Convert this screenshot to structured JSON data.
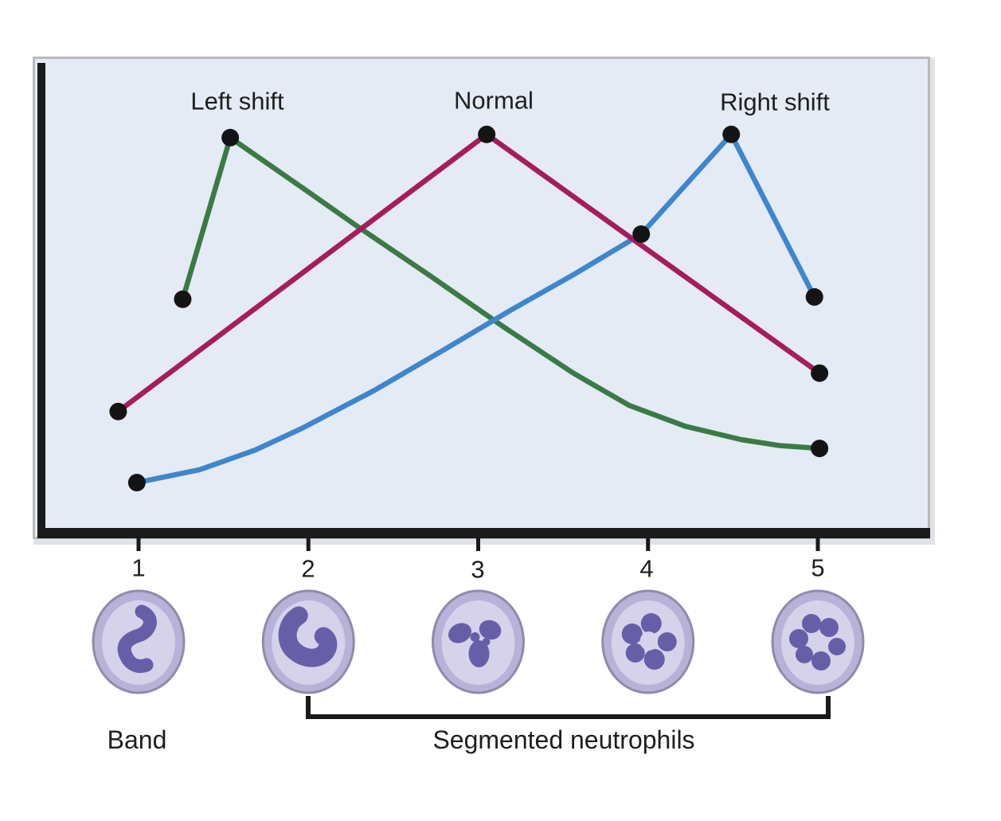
{
  "labels": {
    "band_group": "Band",
    "segmented_group": "Segmented neutrophils"
  },
  "colors": {
    "left_shift_line": "#3a7b45",
    "normal_line": "#a51d5d",
    "right_shift_line": "#3e86cd",
    "marker": "#141414",
    "plot_bg": "#e4ebf4",
    "frame": "#b9b9b9",
    "axis": "#1a1a1a",
    "text": "#1e1e1e",
    "cell_outer_fill": "#b7b2d8",
    "cell_inner_fill": "#d5d2ea",
    "cell_border": "#8e8bab",
    "nucleus": "#665fa8"
  },
  "chart_data": {
    "type": "line",
    "title": "",
    "x_tick_labels": [
      "1",
      "2",
      "3",
      "4",
      "5"
    ],
    "ylim": [
      0,
      100
    ],
    "y_axis_note": "unlabeled relative cell count (values estimated 0-100)",
    "grid": "off",
    "legend": "none (curves labeled by annotations above their peaks)",
    "series": [
      {
        "name": "Left shift",
        "color_key": "left_shift_line",
        "path": [
          [
            1.26,
            49
          ],
          [
            1.54,
            84
          ],
          [
            1.97,
            73
          ],
          [
            2.28,
            65
          ],
          [
            2.72,
            54
          ],
          [
            3.15,
            43
          ],
          [
            3.56,
            33
          ],
          [
            3.89,
            26
          ],
          [
            4.22,
            21.5
          ],
          [
            4.55,
            18.6
          ],
          [
            4.78,
            17.3
          ],
          [
            5.01,
            16.7
          ]
        ],
        "markers": [
          [
            1.26,
            49
          ],
          [
            1.54,
            84
          ],
          [
            5.01,
            16.7
          ]
        ]
      },
      {
        "name": "Right shift",
        "color_key": "right_shift_line",
        "path": [
          [
            0.99,
            9.3
          ],
          [
            1.36,
            12.1
          ],
          [
            1.69,
            16.4
          ],
          [
            1.97,
            21.2
          ],
          [
            2.39,
            29.3
          ],
          [
            2.81,
            38.3
          ],
          [
            3.19,
            46.6
          ],
          [
            3.56,
            54.3
          ],
          [
            3.96,
            63.1
          ],
          [
            4.49,
            84.7
          ],
          [
            4.98,
            49.5
          ]
        ],
        "markers": [
          [
            0.99,
            9.3
          ],
          [
            3.96,
            63.1
          ],
          [
            4.49,
            84.7
          ],
          [
            4.98,
            49.5
          ]
        ]
      },
      {
        "name": "Normal",
        "color_key": "normal_line",
        "path": [
          [
            0.88,
            24.7
          ],
          [
            3.05,
            84.7
          ],
          [
            5.01,
            33
          ]
        ],
        "markers": [
          [
            0.88,
            24.7
          ],
          [
            3.05,
            84.7
          ],
          [
            5.01,
            33
          ]
        ]
      }
    ],
    "annotations": [
      {
        "text": "Left shift",
        "above_stage": 1.54
      },
      {
        "text": "Normal",
        "above_stage": 3.05
      },
      {
        "text": "Right shift",
        "above_stage": 4.49
      }
    ],
    "x_groups": [
      {
        "label": "Band",
        "stages": [
          "1"
        ]
      },
      {
        "label": "Segmented neutrophils",
        "stages": [
          "2",
          "3",
          "4",
          "5"
        ]
      }
    ]
  }
}
